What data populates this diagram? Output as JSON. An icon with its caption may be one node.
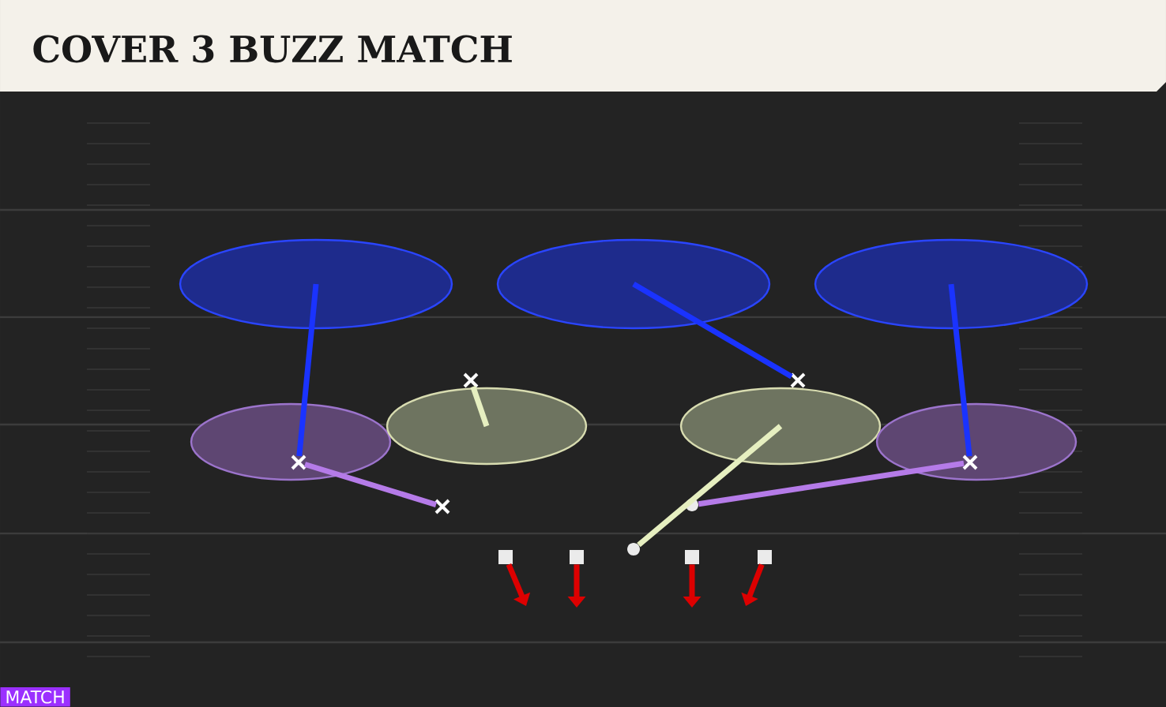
{
  "diagram": {
    "title": "COVER 3 BUZZ MATCH",
    "nodes": [
      {
        "text": [],
        "shape": "ellipse"
      },
      {
        "text": [],
        "shape": "ellipse"
      },
      {
        "text": [],
        "shape": "ellipse"
      },
      {
        "text": [],
        "shape": "ellipse"
      },
      {
        "text": [],
        "shape": "ellipse"
      },
      {
        "text": [],
        "shape": "ellipse"
      },
      {
        "text": [],
        "shape": "ellipse"
      },
      {
        "text": [],
        "shape": "cross",
        "in": 3
      },
      {
        "text": [],
        "shape": "cross"
      },
      {
        "text": [],
        "shape": "cross"
      },
      {
        "text": [],
        "shape": "cross"
      },
      {
        "text": [],
        "shape": "cross",
        "in": 6
      },
      {
        "text": [],
        "shape": "circle"
      },
      {
        "text": [],
        "shape": "circle"
      },
      {
        "text": [],
        "shape": "box"
      },
      {
        "text": [],
        "shape": "box"
      },
      {
        "text": [],
        "shape": "box"
      },
      {
        "text": [],
        "shape": "box"
      }
    ],
    "edges": [
      {
        "from": 7,
        "to": 0,
        "arrow": "none",
        "color": "#1a33ff"
      },
      {
        "from": 7,
        "to": 8,
        "arrow": "none",
        "color": "#b57be8"
      },
      {
        "from": 9,
        "to": 4,
        "arrow": "none",
        "color": "#e6efc0"
      },
      {
        "from": 10,
        "to": 1,
        "arrow": "none",
        "color": "#1a33ff"
      },
      {
        "from": 11,
        "to": 2,
        "arrow": "none",
        "color": "#1a33ff"
      },
      {
        "from": 11,
        "to": 12,
        "arrow": "none",
        "color": "#b57be8"
      },
      {
        "from": 13,
        "to": 5,
        "arrow": "none",
        "color": "#e6efc0"
      },
      {
        "from": 14,
        "to": null,
        "arrow": "to",
        "color": "#dd0000"
      },
      {
        "from": 15,
        "to": null,
        "arrow": "to",
        "color": "#dd0000"
      },
      {
        "from": 16,
        "to": null,
        "arrow": "to",
        "color": "#dd0000"
      },
      {
        "from": 17,
        "to": null,
        "arrow": "to",
        "color": "#dd0000"
      }
    ],
    "labels": [
      "MATCH"
    ]
  }
}
